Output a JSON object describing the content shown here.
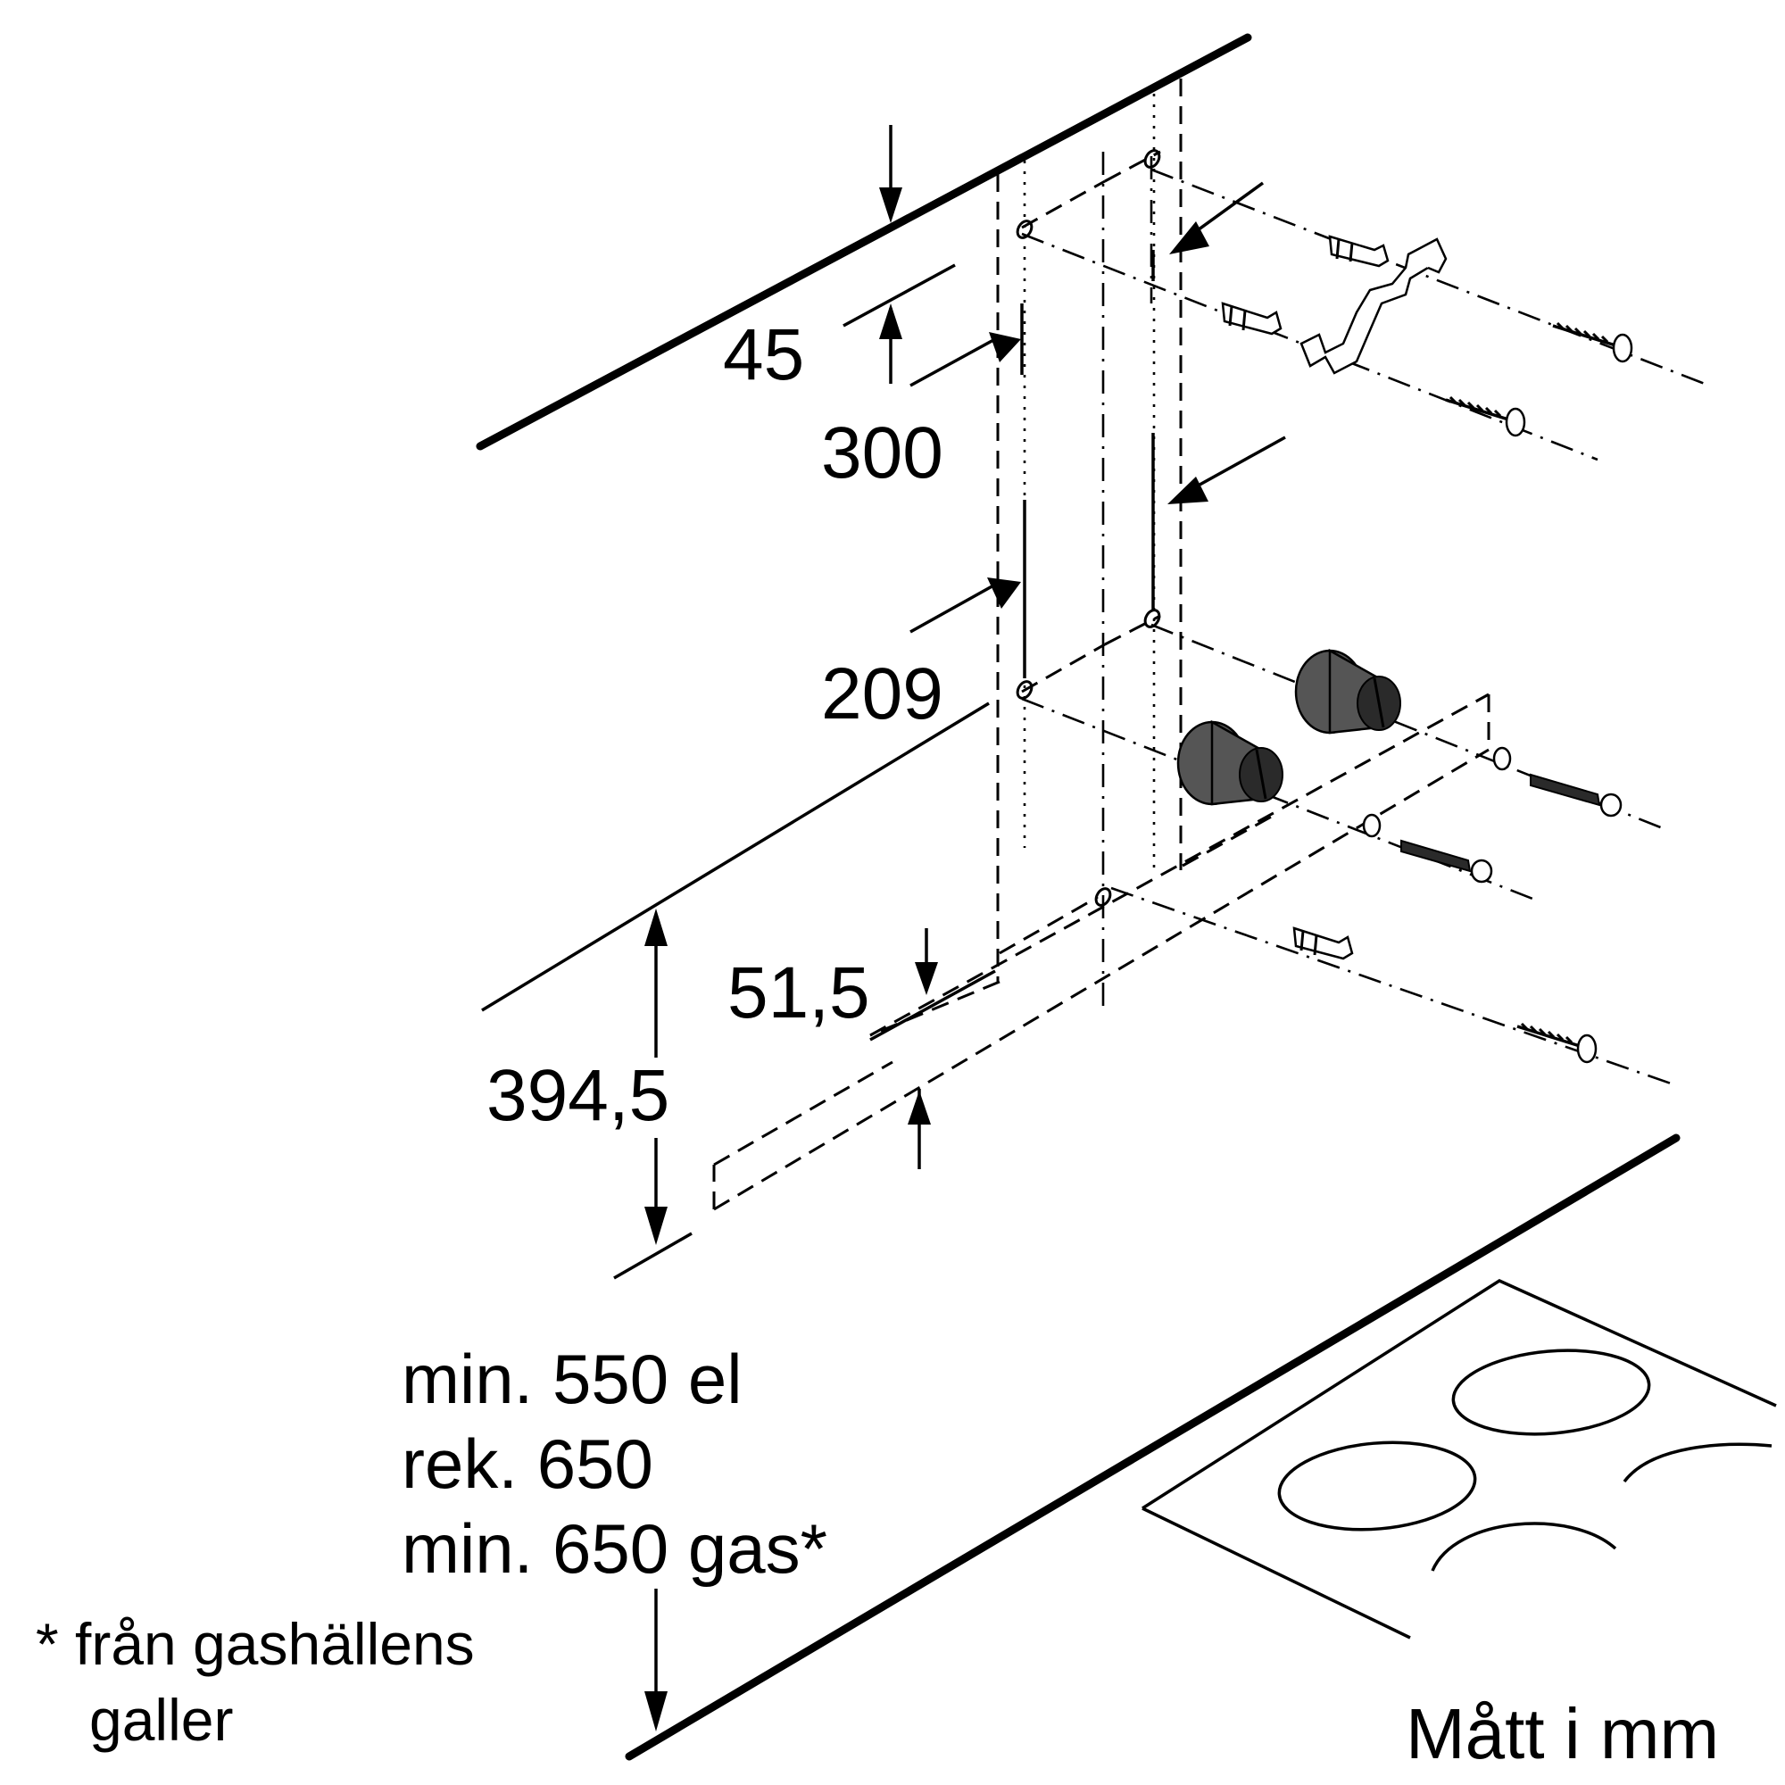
{
  "dimensions": {
    "d45": "45",
    "d300": "300",
    "d209": "209",
    "d51_5": "51,5",
    "d394_5": "394,5"
  },
  "clearance": {
    "line1": "min. 550 el",
    "line2": "rek. 650",
    "line3": "min. 650 gas*"
  },
  "footnote": {
    "line1": "* från gashällens",
    "line2": "galler"
  },
  "units_label": "Mått i mm"
}
